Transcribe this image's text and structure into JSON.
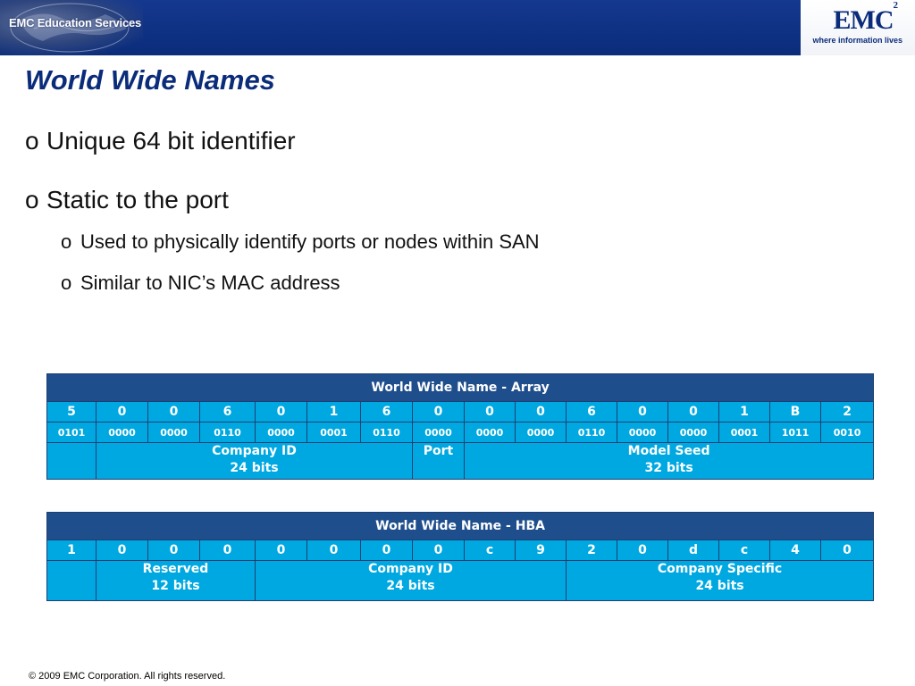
{
  "header": {
    "education_label": "EMC Education Services",
    "logo_text": "EMC",
    "logo_superscript": "2",
    "tagline": "where information lives"
  },
  "slide": {
    "title": "World Wide Names",
    "bullet_marker": "o",
    "bullets": [
      {
        "text": "Unique 64 bit identifier"
      },
      {
        "text": "Static to the port",
        "subbullets": [
          "Used to physically identify ports or nodes within SAN",
          "Similar to NIC’s MAC address"
        ]
      }
    ]
  },
  "array_table": {
    "title": "World Wide Name - Array",
    "hex": [
      "5",
      "0",
      "0",
      "6",
      "0",
      "1",
      "6",
      "0",
      "0",
      "0",
      "6",
      "0",
      "0",
      "1",
      "B",
      "2"
    ],
    "binary": [
      "0101",
      "0000",
      "0000",
      "0110",
      "0000",
      "0001",
      "0110",
      "0000",
      "0000",
      "0000",
      "0110",
      "0000",
      "0000",
      "0001",
      "1011",
      "0010"
    ],
    "fields": [
      {
        "name": "Company ID",
        "bits": "24 bits"
      },
      {
        "name": "Port",
        "bits": ""
      },
      {
        "name": "Model Seed",
        "bits": "32 bits"
      }
    ]
  },
  "hba_table": {
    "title": "World Wide Name - HBA",
    "hex": [
      "1",
      "0",
      "0",
      "0",
      "0",
      "0",
      "0",
      "0",
      "c",
      "9",
      "2",
      "0",
      "d",
      "c",
      "4",
      "0"
    ],
    "fields": [
      {
        "name": "Reserved",
        "bits": "12 bits"
      },
      {
        "name": "Company ID",
        "bits": "24 bits"
      },
      {
        "name": "Company Specific",
        "bits": "24 bits"
      }
    ]
  },
  "footer": {
    "copyright": "© 2009 EMC Corporation. All rights reserved."
  }
}
